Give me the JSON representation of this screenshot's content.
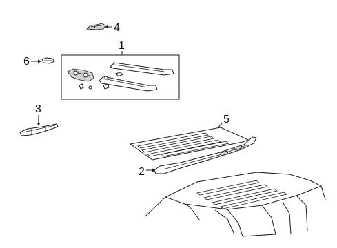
{
  "callouts": {
    "c1": "1",
    "c2": "2",
    "c3": "3",
    "c4": "4",
    "c5": "5",
    "c6": "6"
  },
  "colors": {
    "line": "#1a1a1a",
    "background": "#ffffff",
    "part_shade": "#cfcfcf"
  }
}
